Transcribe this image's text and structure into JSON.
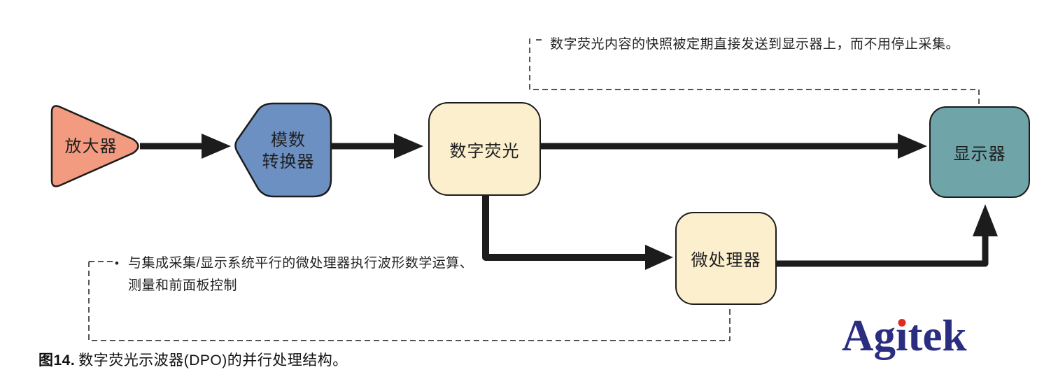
{
  "nodes": {
    "amplifier": {
      "label": "放大器",
      "fill": "#F29B80"
    },
    "adc": {
      "label": "模数\n转换器",
      "fill": "#6C90C2"
    },
    "digital_phosphor": {
      "label": "数字荧光",
      "fill": "#FCEFCD"
    },
    "display": {
      "label": "显示器",
      "fill": "#6FA4A9"
    },
    "microprocessor": {
      "label": "微处理器",
      "fill": "#FCEFCD"
    }
  },
  "annotations": {
    "top_note": {
      "text": "数字荧光内容的快照被定期直接发送到显示器上，而不用停止采集。"
    },
    "left_note": {
      "bullet": "•",
      "line1": "与集成采集/显示系统平行的微处理器执行波形数学运算、",
      "line2": "测量和前面板控制"
    }
  },
  "caption": {
    "label": "图14.",
    "text": "数字荧光示波器(DPO)的并行处理结构。"
  },
  "logo": {
    "pre": "Ag",
    "i": "ı",
    "post": "tek",
    "color": "#2B2D80",
    "dot_color": "#E02A20"
  },
  "colors": {
    "line": "#1C1C1C",
    "border": "#1C1C1C",
    "dash": "#3A3A3A"
  }
}
